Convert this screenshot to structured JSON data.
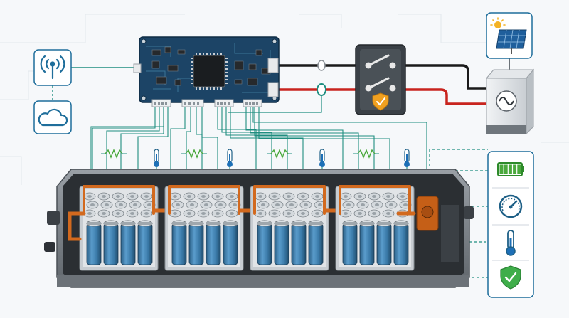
{
  "colors": {
    "background": "#f6f8fa",
    "pcb": "#1c4466",
    "pcb_trace": "#3a7396",
    "wire_teal": "#1f8e80",
    "wire_black": "#1a1a1a",
    "wire_red": "#c8241e",
    "busbar": "#d2691e",
    "cell_blue": "#3d7fae",
    "cell_top": "#d4d9dd",
    "case_dark": "#2b2f33",
    "case_light": "#8a9096",
    "panel_icon": "#1f6e9b",
    "battery_green": "#4aa83c",
    "shield_green": "#3fae4a",
    "shield_orange": "#f0a020",
    "thermo_blue": "#1d6fb6",
    "sun": "#f4b223"
  },
  "icons": {
    "wireless": "wireless-antenna-icon",
    "cloud": "cloud-icon",
    "solar": "solar-panel-icon",
    "inverter": "ac-sine-wave-icon",
    "switch_shield": "shield-check-icon",
    "battery": "battery-level-icon",
    "gauge": "speedometer-gauge-icon",
    "thermometer": "thermometer-icon",
    "shield": "shield-check-icon",
    "sensor": "temperature-probe-icon",
    "resistor": "balancing-resistor-icon"
  },
  "diagram": {
    "modules": 4,
    "cells_per_module_front": 4,
    "status_panel_items": [
      "battery",
      "gauge",
      "thermometer",
      "shield"
    ],
    "battery_level": 1.0
  }
}
